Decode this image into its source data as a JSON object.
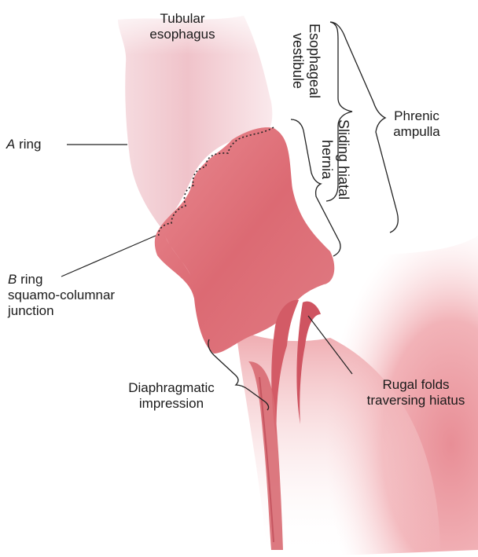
{
  "labels": {
    "tubular_esophagus": [
      "Tubular",
      "esophagus"
    ],
    "a_ring": {
      "letter": "A",
      "text": " ring"
    },
    "b_ring": {
      "letter": "B",
      "text": " ring",
      "line2": "squamo-columnar",
      "line3": "junction"
    },
    "esophageal_vestibule": [
      "Esophageal",
      "vestibule"
    ],
    "sliding_hiatal_hernia": [
      "Sliding hiatal",
      "hernia"
    ],
    "phrenic_ampulla": [
      "Phrenic",
      "ampulla"
    ],
    "diaphragmatic_impression": [
      "Diaphragmatic",
      "impression"
    ],
    "rugal_folds": [
      "Rugal folds",
      "traversing hiatus"
    ]
  },
  "colors": {
    "esophagus_pale": "#f3c9cf",
    "hernia_body": "#e0737b",
    "hernia_dark": "#c9505c",
    "stomach_fade": "#f2b3b8",
    "outline": "#222222"
  }
}
